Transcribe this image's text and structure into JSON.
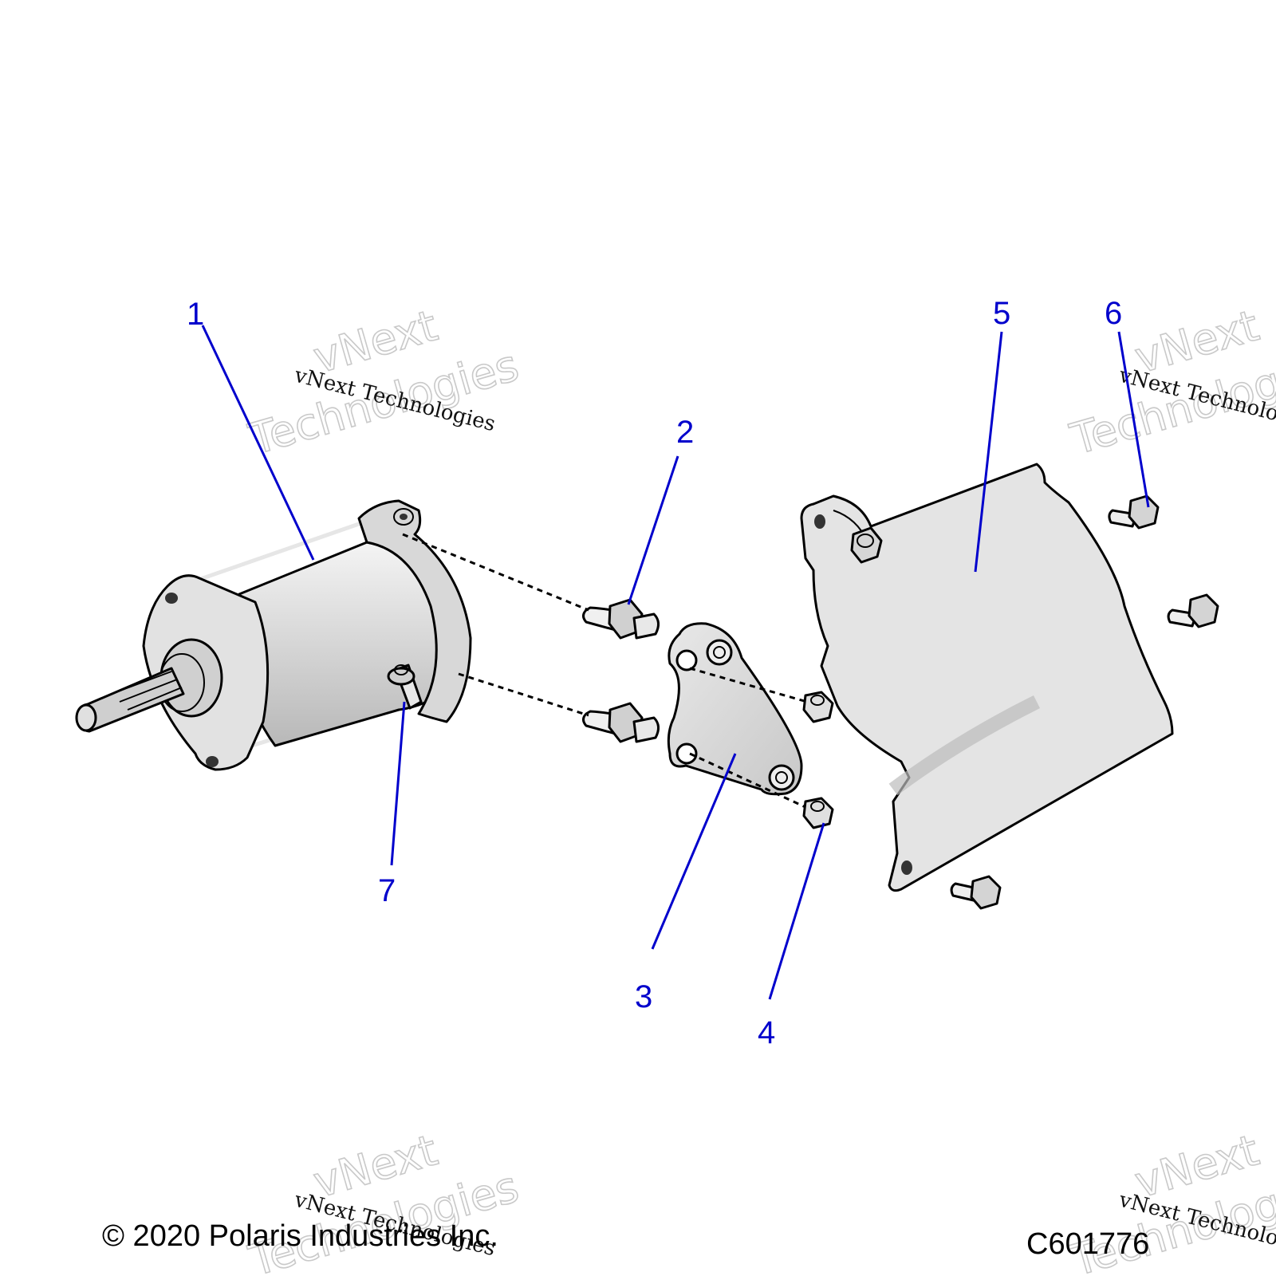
{
  "callouts": [
    {
      "id": "1"
    },
    {
      "id": "2"
    },
    {
      "id": "3"
    },
    {
      "id": "4"
    },
    {
      "id": "5"
    },
    {
      "id": "6"
    },
    {
      "id": "7"
    }
  ],
  "footer": {
    "copyright": "© 2020 Polaris Industries Inc.",
    "figure_code": "C601776"
  },
  "watermark": {
    "big_line1": "vNext",
    "big_line2": "Technologies",
    "small": "vNext Technologies"
  },
  "colors": {
    "callout": "#0000cc",
    "part_fill": "#d4d4d4",
    "outline": "#000000"
  }
}
